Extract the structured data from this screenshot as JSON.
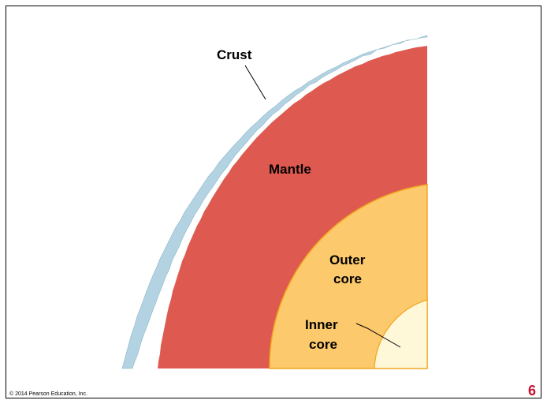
{
  "diagram": {
    "labels": {
      "crust": "Crust",
      "mantle": "Mantle",
      "outer_core_line1": "Outer",
      "outer_core_line2": "core",
      "inner_core_line1": "Inner",
      "inner_core_line2": "core"
    },
    "colors": {
      "crust": "#b3d3e2",
      "mantle": "#de5a50",
      "outer_core": "#fcc96c",
      "outer_core_edge": "#f2a51d",
      "inner_core": "#fef8d8"
    }
  },
  "footer": {
    "copyright": "© 2014 Pearson Education, Inc.",
    "page_number": "6"
  }
}
